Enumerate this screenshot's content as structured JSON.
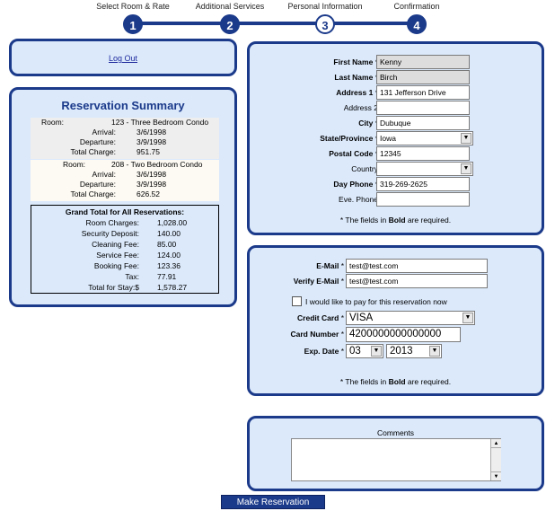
{
  "steps": [
    {
      "num": "1",
      "label": "Select Room & Rate"
    },
    {
      "num": "2",
      "label": "Additional Services"
    },
    {
      "num": "3",
      "label": "Personal Information"
    },
    {
      "num": "4",
      "label": "Confirmation"
    }
  ],
  "logout": "Log Out",
  "summary": {
    "title": "Reservation Summary",
    "rooms": [
      {
        "room_label": "Room:",
        "room": "123 - Three Bedroom Condo",
        "arrival_label": "Arrival:",
        "arrival": "3/6/1998",
        "departure_label": "Departure:",
        "departure": "3/9/1998",
        "total_label": "Total Charge:",
        "total": "951.75"
      },
      {
        "room_label": "Room:",
        "room": "208 - Two Bedroom Condo",
        "arrival_label": "Arrival:",
        "arrival": "3/6/1998",
        "departure_label": "Departure:",
        "departure": "3/9/1998",
        "total_label": "Total Charge:",
        "total": "626.52"
      }
    ],
    "grand_title": "Grand Total for All Reservations:",
    "grand": [
      {
        "label": "Room Charges:",
        "value": "1,028.00"
      },
      {
        "label": "Security Deposit:",
        "value": "140.00"
      },
      {
        "label": "Cleaning Fee:",
        "value": "85.00"
      },
      {
        "label": "Service Fee:",
        "value": "124.00"
      },
      {
        "label": "Booking Fee:",
        "value": "123.36"
      },
      {
        "label": "Tax:",
        "value": "77.91"
      },
      {
        "label": "Total for Stay:$",
        "value": "1,578.27"
      }
    ]
  },
  "personal": {
    "first_name_label": "First Name",
    "first_name": "Kenny",
    "last_name_label": "Last Name",
    "last_name": "Birch",
    "address1_label": "Address 1",
    "address1": "131 Jefferson Drive",
    "address2_label": "Address 2",
    "address2": "",
    "city_label": "City",
    "city": "Dubuque",
    "state_label": "State/Province",
    "state": "Iowa",
    "postal_label": "Postal Code",
    "postal": "12345",
    "country_label": "Country",
    "country": "",
    "day_phone_label": "Day Phone",
    "day_phone": "319-269-2625",
    "eve_phone_label": "Eve. Phone",
    "eve_phone": "",
    "note_pre": "* The fields in ",
    "note_bold": "Bold",
    "note_post": " are required."
  },
  "payment": {
    "email_label": "E-Mail",
    "email": "test@test.com",
    "verify_label": "Verify E-Mail",
    "verify": "test@test.com",
    "pay_checkbox_label": "I would like to pay for this reservation now",
    "card_label": "Credit Card",
    "card": "VISA",
    "card_number_label": "Card Number",
    "card_number": "4200000000000000",
    "exp_label": "Exp. Date",
    "exp_month": "03",
    "exp_year": "2013",
    "note_pre": "* The fields in ",
    "note_bold": "Bold",
    "note_post": " are required."
  },
  "comments": {
    "label": "Comments",
    "value": ""
  },
  "submit": "Make Reservation",
  "colors": {
    "accent": "#1b3a8a",
    "panel": "#dbe9fb"
  }
}
